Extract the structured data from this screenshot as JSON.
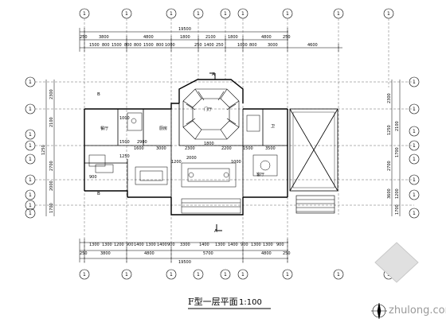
{
  "title": "F型一层平面",
  "scale": "1:100",
  "watermark": "zhulong.com",
  "axis_bubbles": {
    "top": [
      "1",
      "1",
      "1",
      "1",
      "1",
      "1",
      "1",
      "1",
      "1"
    ],
    "bottom": [
      "1",
      "1",
      "1",
      "1",
      "1",
      "1",
      "1",
      "1",
      "1"
    ],
    "left": [
      "1",
      "1",
      "1",
      "1",
      "1",
      "1",
      "1",
      "1",
      "1"
    ],
    "right": [
      "1",
      "1",
      "1",
      "1",
      "1",
      "1",
      "1",
      "1"
    ]
  },
  "top_dims": {
    "overall": "19500",
    "row1": [
      "250",
      "3800",
      "4800",
      "1800",
      "2100",
      "1800",
      "4800",
      "250"
    ],
    "row2": [
      "1500",
      "800",
      "1500",
      "800",
      "800",
      "1500",
      "800",
      "1000",
      "250",
      "1400",
      "250",
      "1000",
      "800",
      "3000",
      "4600"
    ]
  },
  "bottom_dims": {
    "overall": "19500",
    "row1": [
      "250",
      "3800",
      "4800",
      "5700",
      "4800",
      "250"
    ],
    "row2": [
      "1300",
      "1300",
      "1200",
      "900",
      "1400",
      "1300",
      "1400",
      "900",
      "3300",
      "1400",
      "1300",
      "1400",
      "900",
      "1300",
      "1300",
      "900"
    ]
  },
  "left_dims": [
    "2300",
    "2100",
    "1250",
    "2700",
    "2000",
    "1700"
  ],
  "right_dims": [
    "2300",
    "1250",
    "2100",
    "1700",
    "2700",
    "1200",
    "3600",
    "1700"
  ],
  "room_labels": {
    "room_b_top": "B",
    "room_b_bot": "B",
    "mark_a_top": "A",
    "mark_a_bot": "A",
    "hall": "门厅",
    "dining": "餐厅",
    "living": "客厅",
    "kitchen": "厨房",
    "bath": "卫"
  },
  "inner_dims": {
    "d1": "1500",
    "d2": "2900",
    "d3": "1000",
    "d4": "1600",
    "d5": "3000",
    "d6": "2300",
    "d7": "2200",
    "d8": "1500",
    "d9": "3500",
    "d10": "1800",
    "d11": "1000",
    "d12": "1200",
    "d13": "2000",
    "d14": "1250",
    "d15": "900"
  },
  "colors": {
    "line": "#000000",
    "watermark": "#9a9a9a"
  }
}
